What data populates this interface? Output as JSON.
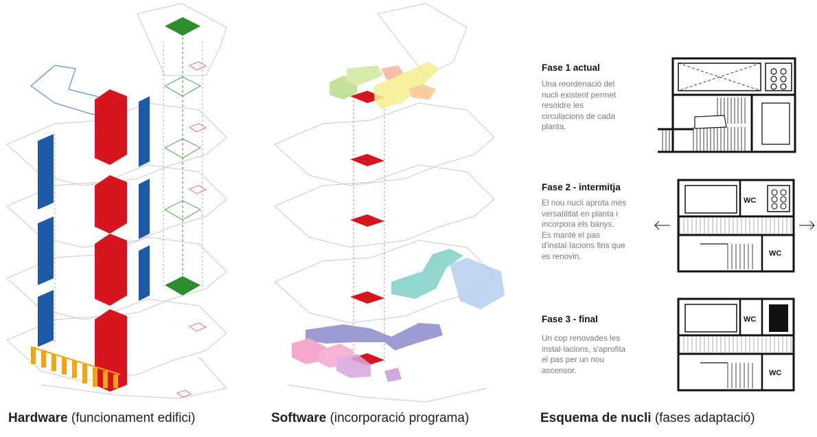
{
  "colors": {
    "structure_red": "#d7151e",
    "installations_blue": "#1d5aa8",
    "green": "#2e8b2e",
    "yellow_stair": "#f4a50d",
    "teal": "#7fcfc4",
    "light_blue": "#a9c6ea",
    "purple": "#8d8bcb",
    "pink": "#f29ac4",
    "lilac": "#d7a6dc",
    "pale_yellow": "#f5ef8e",
    "lime": "#b9dc8a",
    "salmon": "#f6b49a"
  },
  "phases": [
    {
      "title": "Fase 1 actual",
      "text": [
        "Una reordenació del",
        "nucli existent permet",
        "resoldre les",
        "circulacions de cada",
        "planta."
      ]
    },
    {
      "title": "Fase 2 - intermitja",
      "text": [
        "El nou nucli aprota més",
        "versatilitat en planta i",
        "incorpora els banys.",
        "Es manté el pas",
        "d'instal·lacions fins que",
        "es renovin."
      ]
    },
    {
      "title": "Fase 3 - final",
      "text": [
        "Un cop renovades les",
        "instal·lacions, s'aprofita",
        "el pas per un nou",
        "ascensor."
      ]
    }
  ],
  "plan_labels": {
    "wc": "WC"
  },
  "captions": [
    {
      "bold": "Hardware",
      "rest": " (funcionament edifici)"
    },
    {
      "bold": "Software",
      "rest": " (incorporació programa)"
    },
    {
      "bold": "Esquema de nucli",
      "rest": " (fases adaptació)"
    }
  ]
}
